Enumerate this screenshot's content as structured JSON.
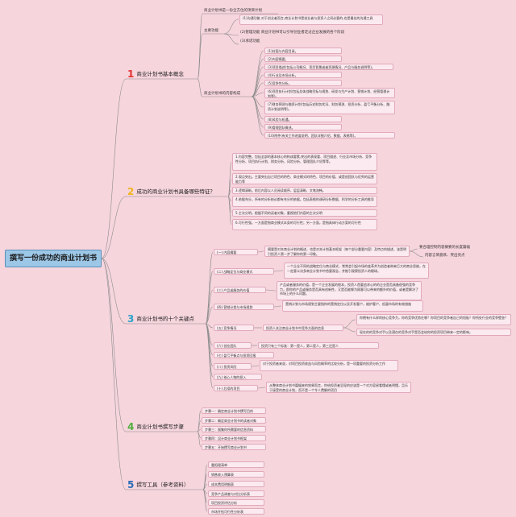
{
  "root": "撰写一份成功的商业计划书",
  "b1": {
    "num": "1",
    "label": "商业计划书基本概念",
    "def": "商业计划书是一份全方位的项目计划",
    "func_label": "主要功能",
    "funcs": [
      "(1)沟通功能 对于创业者而言,商业计划书是创业者与投资人之间必要的,也是最佳的沟通工具",
      "(2)管理功能 商业计划书可以引导创业者走过企业发展的各个阶段",
      "(3)承诺功能"
    ],
    "content_label": "商业计划书的内容构成",
    "contents": [
      "(1)封面与内容目录。",
      "(2)内容摘要。",
      "(3)项目描述(包括公司概况、项目背景或者资源情况、产品与服务说明等)。",
      "(4)行业及市场分析。",
      "(5)竞争性分析。",
      "(6)项目执行计划(包括总体战略目标与规划、研发与生产计划、营销计划、经营管理计划等)。",
      "(7)财务预测与融资计划(包括历史财务状况、财务预测、投资分析、盈亏平衡分析、融资计划说明等)。",
      "(8)风险与机遇。",
      "(9)管理团队概述。",
      "(10)附件(有关工作进度说明、团队详细介绍、数据、表格等)。"
    ]
  },
  "b2": {
    "num": "2",
    "label": "成功的商业计划书具备哪些特征？",
    "items": [
      "1.内容完整。包括全部的基本核心的构成要素,突出的表现要、项目描述、行业及市场分析、竞争性分析、项目执行计划、财务分析、风险分析、管理团队介绍等等。",
      "2.观点突出。主要突出自己项目的特色、商业模式的特色、项目的价值、或是创团队与优秀的运营能力等",
      "3.逻辑清晰。前后内容以人员阅读顺序，层层清晰、文笔流畅。",
      "4.依据充分。所有的分析结论都有充分的依据。包括表格的调研分析数据、科学的分析工具的推导",
      "5.主次分明。根据不同的读者对象，重视他们内容的主次分明",
      "6.可行性强。一方面是指商业模式本身的可行性；另一方面，是指具体行动方案的可行性"
    ]
  },
  "b3": {
    "num": "3",
    "label": "商业计划书的十个关键点",
    "k1_label": "(一) 内容摘要",
    "k1_desc": "摘要是对本商业计划的概述，也是对本计划基本框架（每个部分重要内容）及特点的描述，该是明引投资人第一步了解你的第一印象。",
    "k1_sub1": "要合理控制内容摘要的长度篇幅",
    "k1_sub2": "内容言简意赅、突出亮点",
    "k2_label": "(二) 战略定位与商业模式",
    "k2_desc": "一个企业不同的战略定位与商业模式，常常会引起市场的变革并为创造者带来巨大的商业思维，在一定意义决多商业计划书中首要观念，并推引观察投资人的眼球。",
    "k3_label": "(三) 产品或服务的价值",
    "k3_desc": "产品或者服务的价值，是一个企业发展的根本，投资人首要追求心的的企业是否具备很强的竞争力，即你的产品或服务是否具有创新性，又是否能够为顾客可以带来的额外的价值，或者是解决了市场上的什么问题。",
    "k4_label": "(四) 营销计划与市场规划",
    "k4_desc": "营销计划与市场规划主要指你的营销定位以及开发客户，维护客户、低量市场的有效措施",
    "k5_label": "(五) 竞争情况",
    "k5_desc": "投资人关注商业计划书中竞争方面的信息",
    "k5_sub1": "你拥有什么样的核心竞争力，你的竞争优势在哪？你项目的竞争者自己的短板？你所处行业的竞争壁垒？",
    "k5_sub2": "现在的的竞争对手以及潜在的竞争对手是否会给你的投资项目带来一定的影响。",
    "k6_label": "(六) 创业团队",
    "k6_desc": "投资只有三个标准：第一是人，第二是人，第三还是人",
    "k7_label": "(七) 盈亏平衡点与投资回报",
    "k8_label": "(八) 投资风险",
    "k8_desc": "对于投资者来说，对项目投资收益与风险概率的比较分析，是一项重要的投资分析工作",
    "k9_label": "(九) 核心人物的投入",
    "k10_label": "(十) 后续的项目",
    "k10_desc": "从整体商业计划书篇幅来的效果而言，你给投资者呈现的应该是一个对方容易看懂或者明懂，且乐于接受的商业计划，而不是一个令人费解的项目"
  },
  "b4": {
    "num": "4",
    "label": "商业计划书撰写步骤",
    "steps": [
      "步骤一：确定商业计划书撰写目的",
      "步骤二：确定商业计划书的读者对象",
      "步骤三：搜集你所需要的信息资料",
      "步骤四：设计商业计划书框架",
      "步骤五：开始撰写商业计划书"
    ]
  },
  "b5": {
    "num": "5",
    "label": "撰写工具（参考资料）",
    "tools": [
      "重阳理清单",
      "销售收入预算表",
      "成本费用明细表",
      "竞争产品调查与对比分析表",
      "项目投资评估分析",
      "市场开拓可行性分析表"
    ]
  },
  "colors": {
    "background": "#f6d5dd",
    "root_fill": "#9dc7e6",
    "line": "#8c8c8c"
  }
}
